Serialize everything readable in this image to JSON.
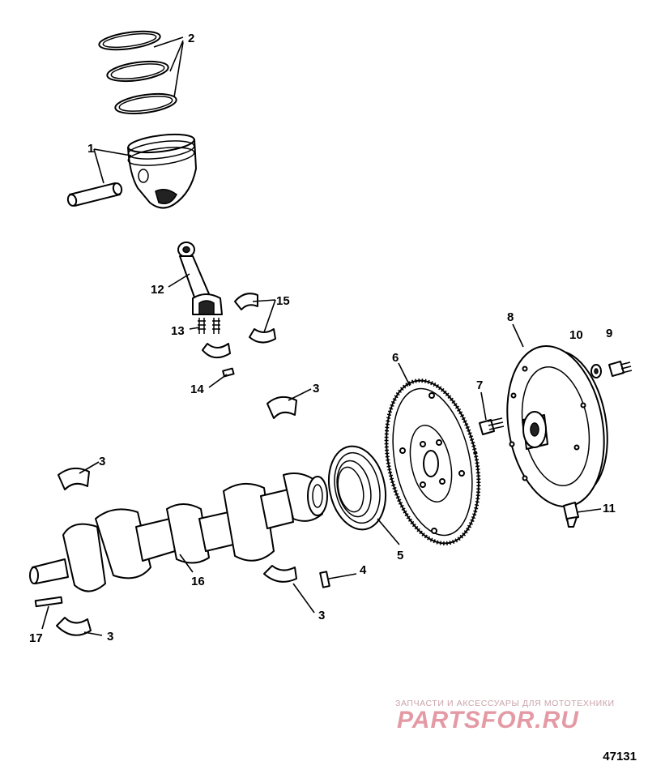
{
  "callouts": {
    "c1": "1",
    "c2": "2",
    "c3a": "3",
    "c3b": "3",
    "c3c": "3",
    "c3d": "3",
    "c4": "4",
    "c5": "5",
    "c6": "6",
    "c7": "7",
    "c8": "8",
    "c9": "9",
    "c10": "10",
    "c11": "11",
    "c12": "12",
    "c13": "13",
    "c14": "14",
    "c15": "15",
    "c16": "16",
    "c17": "17"
  },
  "watermark": {
    "tagline": "ЗАПЧАСТИ И АКСЕССУАРЫ ДЛЯ МОТОТЕХНИКИ",
    "brand": "PARTSFOR.RU"
  },
  "figure_number": "47131",
  "colors": {
    "line": "#000000",
    "watermark": "#e49aa4"
  }
}
